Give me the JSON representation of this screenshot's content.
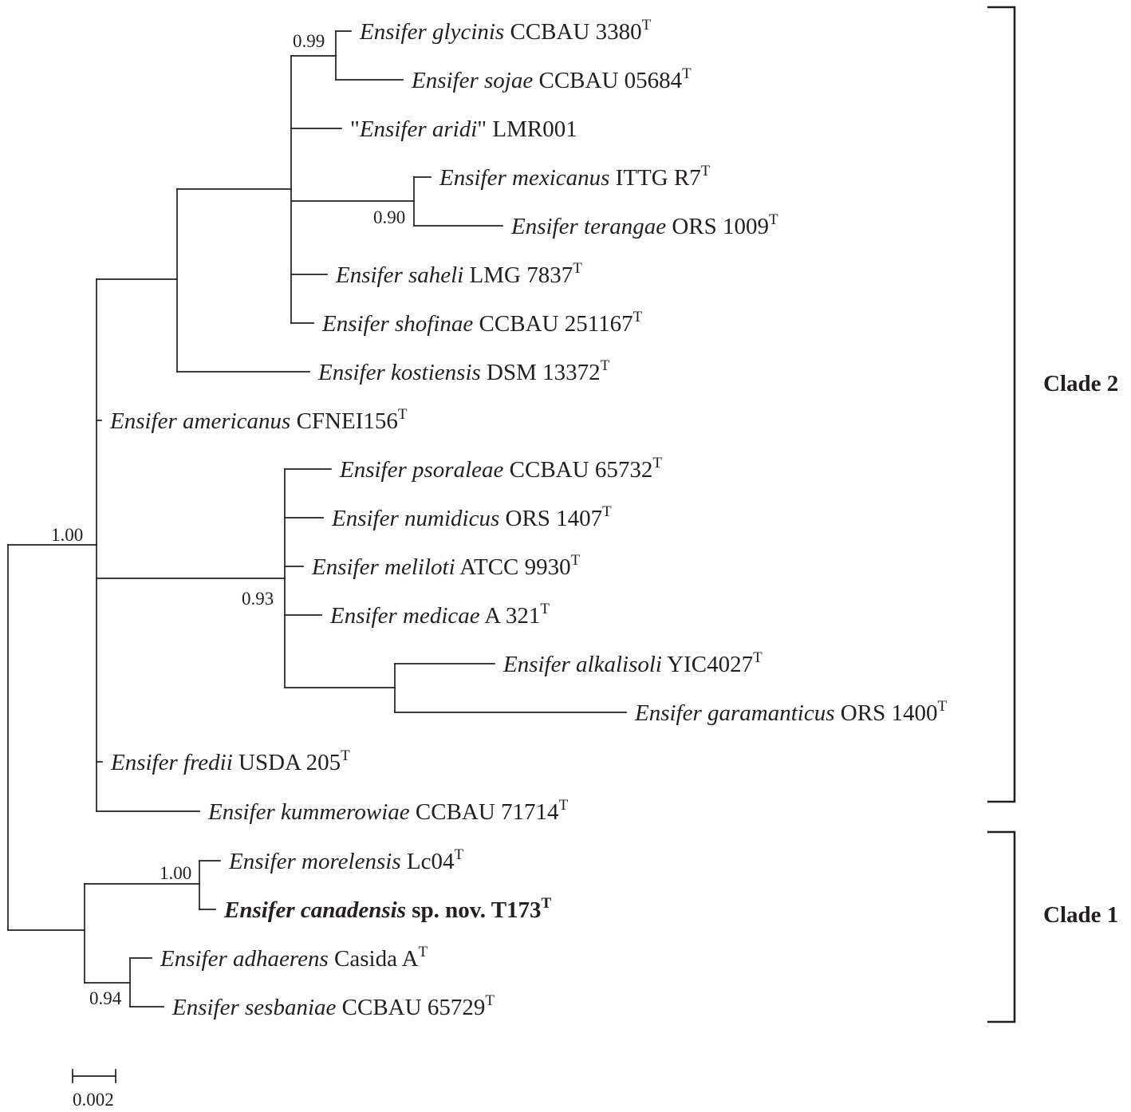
{
  "tree": {
    "taxa": [
      {
        "id": "glycinis",
        "genus": "Ensifer",
        "species": "glycinis",
        "prefix": "",
        "strain": "CCBAU 3380",
        "type_mark": "T",
        "bold": false,
        "quoted": false
      },
      {
        "id": "sojae",
        "genus": "Ensifer",
        "species": "sojae",
        "prefix": "",
        "strain": "CCBAU 05684",
        "type_mark": "T",
        "bold": false,
        "quoted": false
      },
      {
        "id": "aridi",
        "genus": "Ensifer",
        "species": "aridi",
        "prefix": "",
        "strain": "LMR001",
        "type_mark": "",
        "bold": false,
        "quoted": true
      },
      {
        "id": "mexicanus",
        "genus": "Ensifer",
        "species": "mexicanus",
        "prefix": "",
        "strain": "ITTG R7",
        "type_mark": "T",
        "bold": false,
        "quoted": false
      },
      {
        "id": "terangae",
        "genus": "Ensifer",
        "species": "terangae",
        "prefix": "",
        "strain": "ORS 1009",
        "type_mark": "T",
        "bold": false,
        "quoted": false
      },
      {
        "id": "saheli",
        "genus": "Ensifer",
        "species": "saheli",
        "prefix": "",
        "strain": "LMG 7837",
        "type_mark": "T",
        "bold": false,
        "quoted": false
      },
      {
        "id": "shofinae",
        "genus": "Ensifer",
        "species": "shofinae",
        "prefix": "",
        "strain": "CCBAU 251167",
        "type_mark": "T",
        "bold": false,
        "quoted": false
      },
      {
        "id": "kostiensis",
        "genus": "Ensifer",
        "species": "kostiensis",
        "prefix": "",
        "strain": "DSM 13372",
        "type_mark": "T",
        "bold": false,
        "quoted": false
      },
      {
        "id": "americanus",
        "genus": "Ensifer",
        "species": "americanus",
        "prefix": "",
        "strain": "CFNEI156",
        "type_mark": "T",
        "bold": false,
        "quoted": false
      },
      {
        "id": "psoraleae",
        "genus": "Ensifer",
        "species": "psoraleae",
        "prefix": "",
        "strain": "CCBAU 65732",
        "type_mark": "T",
        "bold": false,
        "quoted": false
      },
      {
        "id": "numidicus",
        "genus": "Ensifer",
        "species": "numidicus",
        "prefix": "",
        "strain": "ORS 1407",
        "type_mark": "T",
        "bold": false,
        "quoted": false
      },
      {
        "id": "meliloti",
        "genus": "Ensifer",
        "species": "meliloti",
        "prefix": "",
        "strain": "ATCC 9930",
        "type_mark": "T",
        "bold": false,
        "quoted": false
      },
      {
        "id": "medicae",
        "genus": "Ensifer",
        "species": "medicae",
        "prefix": "",
        "strain": "A 321",
        "type_mark": "T",
        "bold": false,
        "quoted": false
      },
      {
        "id": "alkalisoli",
        "genus": "Ensifer",
        "species": "alkalisoli",
        "prefix": "",
        "strain": "YIC4027",
        "type_mark": "T",
        "bold": false,
        "quoted": false
      },
      {
        "id": "garamanticus",
        "genus": "Ensifer",
        "species": "garamanticus",
        "prefix": "",
        "strain": "ORS 1400",
        "type_mark": "T",
        "bold": false,
        "quoted": false
      },
      {
        "id": "fredii",
        "genus": "Ensifer",
        "species": "fredii",
        "prefix": "",
        "strain": "USDA 205",
        "type_mark": "T",
        "bold": false,
        "quoted": false
      },
      {
        "id": "kummerowiae",
        "genus": "Ensifer",
        "species": "kummerowiae",
        "prefix": "",
        "strain": "CCBAU 71714",
        "type_mark": "T",
        "bold": false,
        "quoted": false
      },
      {
        "id": "morelensis",
        "genus": "Ensifer",
        "species": "morelensis",
        "prefix": "",
        "strain": "Lc04",
        "type_mark": "T",
        "bold": false,
        "quoted": false
      },
      {
        "id": "canadensis",
        "genus": "Ensifer",
        "species": "canadensis",
        "prefix": "sp. nov.",
        "strain": "T173",
        "type_mark": "T",
        "bold": true,
        "quoted": false
      },
      {
        "id": "adhaerens",
        "genus": "Ensifer",
        "species": "adhaerens",
        "prefix": "",
        "strain": "Casida A",
        "type_mark": "T",
        "bold": false,
        "quoted": false
      },
      {
        "id": "sesbaniae",
        "genus": "Ensifer",
        "species": "sesbaniae",
        "prefix": "",
        "strain": "CCBAU 65729",
        "type_mark": "T",
        "bold": false,
        "quoted": false
      }
    ],
    "support_values": [
      {
        "node": "glycinis-sojae",
        "value": "0.99"
      },
      {
        "node": "mexicanus-terangae",
        "value": "0.90"
      },
      {
        "node": "clade2",
        "value": "1.00"
      },
      {
        "node": "meliloti-group",
        "value": "0.93"
      },
      {
        "node": "morelensis-canadensis",
        "value": "1.00"
      },
      {
        "node": "adhaerens-sesbaniae",
        "value": "0.94"
      }
    ],
    "clades": [
      {
        "id": "clade2",
        "label": "Clade 2"
      },
      {
        "id": "clade1",
        "label": "Clade 1"
      }
    ],
    "scale_bar": {
      "label": "0.002"
    }
  }
}
